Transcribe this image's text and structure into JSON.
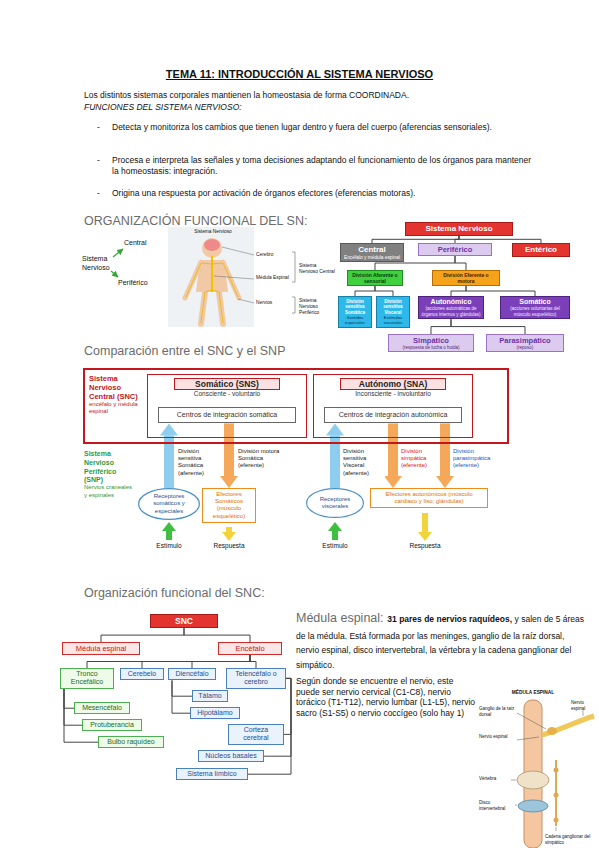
{
  "diagram": {
    "title": "TEMA 11: INTRODUCCIÓN AL SISTEMA NERVIOSO",
    "nodes": [
      {
        "text": [
          "Sistema Nervioso"
        ]
      },
      {
        "text": [
          "Central",
          "Encéfalo y médula espinal"
        ]
      },
      {
        "text": [
          "Periférico"
        ]
      },
      {
        "text": [
          "Entérico"
        ]
      },
      {
        "text": [
          "División Aferente o sensorial"
        ]
      },
      {
        "text": [
          "División Eferente o motora"
        ]
      },
      {
        "text": [
          "División sensitiva Somática",
          "Sentidos especiales"
        ]
      },
      {
        "text": [
          "División sensitiva Visceral",
          "Estímulos viscerales"
        ]
      },
      {
        "text": [
          "Autonómico",
          "(acciones automáticas de órganos internos y glándulas)"
        ]
      },
      {
        "text": [
          "Somático",
          "(acciones voluntarias del músculo esquelético)"
        ]
      },
      {
        "text": [
          "Simpático",
          "(respuesta de lucha o huida)"
        ]
      },
      {
        "text": [
          "Parasimpático",
          "(reposo)"
        ]
      },
      {
        "text": [
          "Sistema Nervioso Central (SNC)",
          "encéfalo y médula espinal"
        ]
      },
      {
        "text": [
          "Somático (SNS)",
          "Consciente - voluntario"
        ],
        "in": 12
      },
      {
        "text": [
          "Centros de integración somática"
        ],
        "in": 13
      },
      {
        "text": [
          "Autónomo (SNA)",
          "Inconsciente - involuntario"
        ],
        "in": 12
      },
      {
        "text": [
          "Centros de integración autonómica"
        ],
        "in": 15
      },
      {
        "text": [
          "Receptores somáticos y especiales"
        ]
      },
      {
        "text": [
          "Efectores Somáticos (músculo esquelético)"
        ]
      },
      {
        "text": [
          "Receptores viscerales"
        ]
      },
      {
        "text": [
          "Efectores autonómicos (músculo cardiaco y liso; glándulas)"
        ]
      },
      {
        "text": [
          "SNC"
        ]
      },
      {
        "text": [
          "Médula espinal"
        ]
      },
      {
        "text": [
          "Encéfalo"
        ]
      },
      {
        "text": [
          "Tronco Encefálico"
        ]
      },
      {
        "text": [
          "Cerebelo"
        ]
      },
      {
        "text": [
          "Diencéfalo"
        ]
      },
      {
        "text": [
          "Telencéfalo o cerebro"
        ]
      },
      {
        "text": [
          "Mesencéfalo"
        ]
      },
      {
        "text": [
          "Protuberancia"
        ]
      },
      {
        "text": [
          "Bulbo raquídeo"
        ]
      },
      {
        "text": [
          "Tálamo"
        ]
      },
      {
        "text": [
          "Hipotálamo"
        ]
      },
      {
        "text": [
          "Corteza cerebral"
        ]
      },
      {
        "text": [
          "Núcleos basales"
        ]
      },
      {
        "text": [
          "Sistema límbico"
        ]
      }
    ],
    "edges": [
      {
        "from": 0,
        "to": 1,
        "arrow": "none"
      },
      {
        "from": 0,
        "to": 2,
        "arrow": "none"
      },
      {
        "from": 0,
        "to": 3,
        "arrow": "none"
      },
      {
        "from": 2,
        "to": 4,
        "arrow": "none"
      },
      {
        "from": 2,
        "to": 5,
        "arrow": "none"
      },
      {
        "from": 4,
        "to": 6,
        "arrow": "none"
      },
      {
        "from": 4,
        "to": 7,
        "arrow": "none"
      },
      {
        "from": 5,
        "to": 8,
        "arrow": "none"
      },
      {
        "from": 5,
        "to": 9,
        "arrow": "none"
      },
      {
        "from": 8,
        "to": 10,
        "arrow": "none"
      },
      {
        "from": 8,
        "to": 11,
        "arrow": "none"
      },
      {
        "from": 17,
        "to": 14,
        "arrow": "to",
        "label": "División sensitiva Somática (aferente)"
      },
      {
        "from": 14,
        "to": 18,
        "arrow": "to",
        "label": "División motora Somática (eferente)"
      },
      {
        "from": 19,
        "to": 16,
        "arrow": "to",
        "label": "División sensitiva Visceral (aferente)"
      },
      {
        "from": 16,
        "to": 20,
        "arrow": "to",
        "label": "División simpática (eferente)"
      },
      {
        "from": 16,
        "to": 20,
        "arrow": "to",
        "label": "División parasimpática (eferente)"
      },
      {
        "from": 21,
        "to": 22,
        "arrow": "none"
      },
      {
        "from": 21,
        "to": 23,
        "arrow": "none"
      },
      {
        "from": 23,
        "to": 24,
        "arrow": "none"
      },
      {
        "from": 23,
        "to": 25,
        "arrow": "none"
      },
      {
        "from": 23,
        "to": 26,
        "arrow": "none"
      },
      {
        "from": 23,
        "to": 27,
        "arrow": "none"
      },
      {
        "from": 24,
        "to": 28,
        "arrow": "none"
      },
      {
        "from": 24,
        "to": 29,
        "arrow": "none"
      },
      {
        "from": 24,
        "to": 30,
        "arrow": "none"
      },
      {
        "from": 26,
        "to": 31,
        "arrow": "none"
      },
      {
        "from": 26,
        "to": 32,
        "arrow": "none"
      },
      {
        "from": 27,
        "to": 33,
        "arrow": "none"
      },
      {
        "from": 27,
        "to": 34,
        "arrow": "none"
      },
      {
        "from": 27,
        "to": 35,
        "arrow": "none"
      }
    ],
    "labels": [
      "Los distintos sistemas corporales mantienen la homeostasia de forma COORDINADA.",
      "FUNCIONES DEL SISTEMA NERVIOSO:",
      "-",
      "Detecta y monitoriza los cambios que tienen lugar dentro y fuera del cuerpo (aferencias sensoriales).",
      "-",
      "Procesa e interpreta las señales y toma decisiones adaptando el funcionamiento de los órganos para mantener la homeostasis: integración.",
      "-",
      "Origina una respuesta por activación de órganos efectores (eferencias motoras).",
      "ORGANIZACIÓN FUNCIONAL DEL SN:",
      "Central",
      "Sistema Nervioso",
      "Periférico",
      "Sistema Nervioso",
      "Cerebro",
      "Sistema Nervioso Central",
      "Médula Espinal",
      "Nervios",
      "Sistema Nervioso Periférico",
      "Comparación entre el SNC y el SNP",
      "Sistema Nervioso Periférico (SNP)",
      "Nervios craneales y espinales",
      "Estímulo",
      "Respuesta",
      "Estímulo",
      "Respuesta",
      "Organización funcional del SNC:",
      "Médula espinal:",
      "31 pares de nervios raquídeos,",
      "y salen de 5 áreas de la médula. Está formada por las meninges, ganglio de la raíz dorsal, nervio espinal, disco intervertebral, la vértebra y la cadena ganglionar del simpático.",
      "Según donde se encuentre el nervio, este puede ser nervio cervical (C1-C8), nervio torácico (T1-T12), nervio lumbar (L1-L5), nervio sacro (S1-S5) o nervio coccígeo (solo hay 1)",
      "MÉDULA ESPINAL",
      "Nervio espinal",
      "Ganglio de la raíz dorsal",
      "Nervio espinal",
      "Vértebra",
      "Disco intervertebral",
      "Cadena ganglionar del simpático"
    ]
  }
}
